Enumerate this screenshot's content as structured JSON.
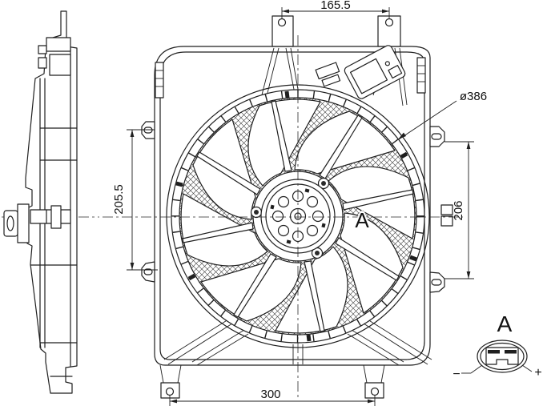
{
  "drawing": {
    "type": "engine-cooling-fan-technical-drawing",
    "colors": {
      "line": "#1f1f1f",
      "background": "#ffffff",
      "hatch": "#3a3a3a"
    },
    "dimensions": {
      "top_mount_spacing": "165.5",
      "fan_diameter": "ø386",
      "left_mount_spacing": "205.5",
      "right_mount_spacing": "206",
      "bottom_mount_spacing": "300"
    },
    "labels": {
      "connector_marker": "A",
      "connector_detail": {
        "title": "A",
        "negative_terminal": "−",
        "positive_terminal": "+"
      }
    }
  }
}
